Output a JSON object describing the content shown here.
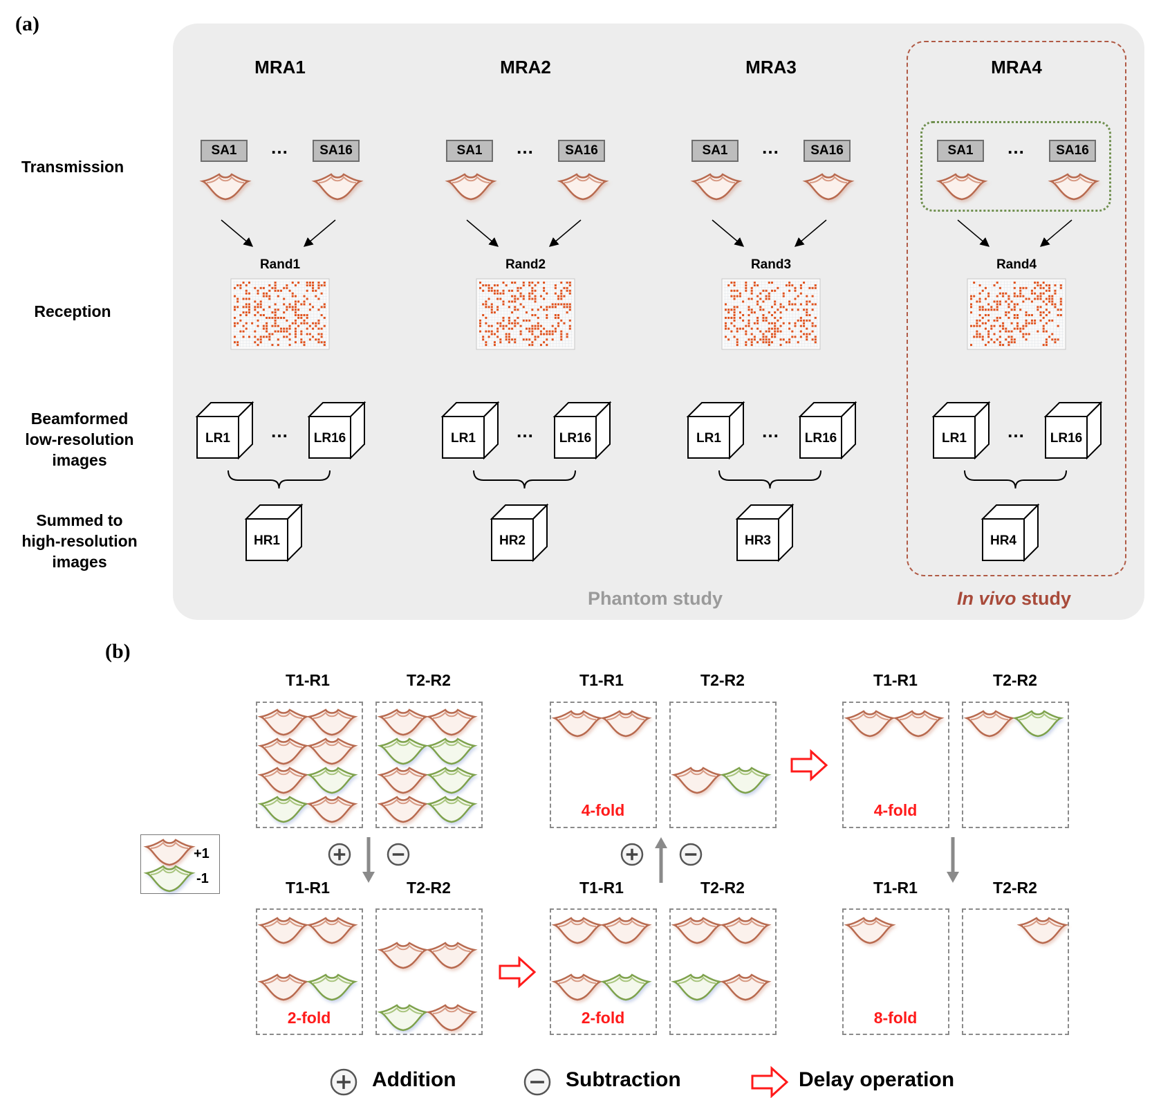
{
  "panel_a": {
    "label": "(a)",
    "row_labels": {
      "transmission": "Transmission",
      "reception": "Reception",
      "beamformed": [
        "Beamformed",
        "low-resolution",
        "images"
      ],
      "summed": [
        "Summed to",
        "high-resolution",
        "images"
      ]
    },
    "columns": [
      {
        "title": "MRA1",
        "sa_first": "SA1",
        "sa_last": "SA16",
        "dots": "…",
        "rand": "Rand1",
        "lr_first": "LR1",
        "lr_last": "LR16",
        "hr": "HR1"
      },
      {
        "title": "MRA2",
        "sa_first": "SA1",
        "sa_last": "SA16",
        "dots": "…",
        "rand": "Rand2",
        "lr_first": "LR1",
        "lr_last": "LR16",
        "hr": "HR2"
      },
      {
        "title": "MRA3",
        "sa_first": "SA1",
        "sa_last": "SA16",
        "dots": "…",
        "rand": "Rand3",
        "lr_first": "LR1",
        "lr_last": "LR16",
        "hr": "HR3"
      },
      {
        "title": "MRA4",
        "sa_first": "SA1",
        "sa_last": "SA16",
        "dots": "…",
        "rand": "Rand4",
        "lr_first": "LR1",
        "lr_last": "LR16",
        "hr": "HR4"
      }
    ],
    "phantom_label": "Phantom study",
    "invivo_label_italic": "In vivo",
    "invivo_label_rest": " study",
    "colors": {
      "panel_bg": "#ededed",
      "invivo_border": "#b05a45",
      "phantom_text": "#9a9a9a",
      "invivo_text": "#a84a3a",
      "sa_group_border": "#6f8f4e",
      "element_dot": "#e0531e"
    }
  },
  "panel_b": {
    "label": "(b)",
    "t1": "T1-R1",
    "t2": "T2-R2",
    "folds": {
      "a_top": "4-fold",
      "b_bottom": "2-fold",
      "c_top": "4-fold",
      "c_bottom": "8-fold",
      "a_bottom": "2-fold"
    },
    "legend": {
      "plus": "+1",
      "minus": "-1"
    },
    "bottom_legend": {
      "addition": "Addition",
      "subtraction": "Subtraction",
      "delay": "Delay operation"
    },
    "grids": {
      "g1_t1": [
        [
          "b",
          "b"
        ],
        [
          "b",
          "b"
        ],
        [
          "b",
          "g"
        ],
        [
          "g",
          "b"
        ]
      ],
      "g1_t2": [
        [
          "b",
          "b"
        ],
        [
          "g",
          "g"
        ],
        [
          "b",
          "g"
        ],
        [
          "b",
          "g"
        ]
      ],
      "g2_t1": [
        [
          "b",
          "b"
        ],
        [
          "b",
          "g"
        ]
      ],
      "g2_t2": [
        [
          "b",
          "b"
        ],
        [
          "g",
          "b"
        ]
      ],
      "g3_t1": [
        [
          "b",
          "b"
        ],
        [
          "b",
          "g"
        ]
      ],
      "g3_t2": [
        [
          "b",
          "b"
        ],
        [
          "g",
          "b"
        ]
      ]
    },
    "colors": {
      "brown": "#b86a4f",
      "green": "#7ea24c",
      "red_arrow": "#ff1a1a",
      "gray_arrow": "#8a8a8a"
    }
  }
}
